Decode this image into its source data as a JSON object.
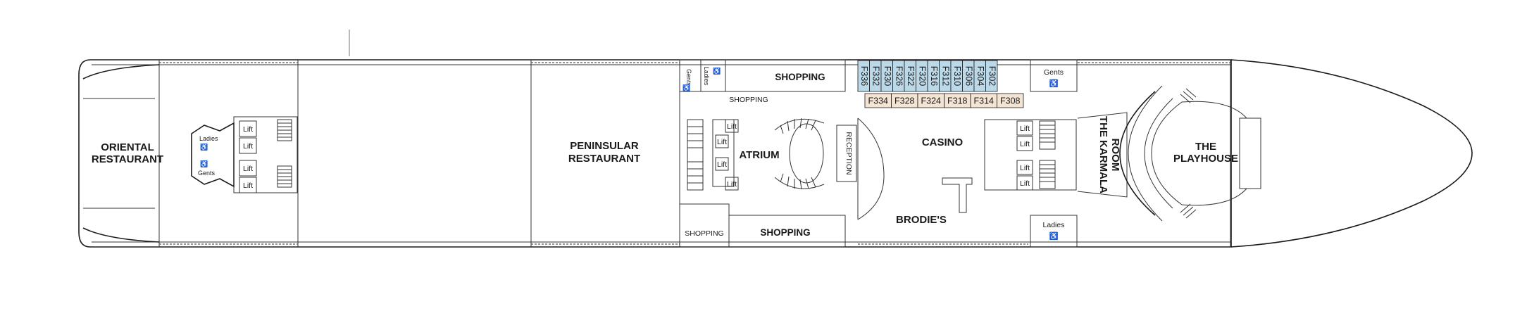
{
  "deck_plan": {
    "areas": {
      "oriental_restaurant": [
        "ORIENTAL",
        "RESTAURANT"
      ],
      "peninsular_restaurant": [
        "PENINSULAR",
        "RESTAURANT"
      ],
      "atrium": "ATRIUM",
      "casino": "CASINO",
      "brodies": "BRODIE'S",
      "karmala_room": [
        "THE KARMALA",
        "ROOM"
      ],
      "playhouse": [
        "THE",
        "PLAYHOUSE"
      ],
      "reception": "RECEPTION",
      "shopping_top_right": "SHOPPING",
      "shopping_top_mid": "SHOPPING",
      "shopping_bottom_small": "SHOPPING",
      "shopping_bottom": "SHOPPING"
    },
    "toilets": {
      "aft_ladies": "Ladies",
      "aft_gents": "Gents",
      "mid_gents": "Gents",
      "mid_ladies": "Ladies",
      "fwd_gents": "Gents",
      "fwd_ladies": "Ladies"
    },
    "lift_label": "Lift",
    "accessible_symbol": "♿",
    "cabins_top_row": [
      "F336",
      "F332",
      "F330",
      "F326",
      "F322",
      "F320",
      "F316",
      "F312",
      "F310",
      "F306",
      "F304",
      "F302"
    ],
    "cabins_bottom_row": [
      "F334",
      "F328",
      "F324",
      "F318",
      "F314",
      "F308"
    ],
    "colors": {
      "outline": "#1a1a1a",
      "cabin_top_fill": "#bcd9ea",
      "cabin_bottom_fill": "#f3e4d4",
      "background": "#ffffff"
    }
  }
}
